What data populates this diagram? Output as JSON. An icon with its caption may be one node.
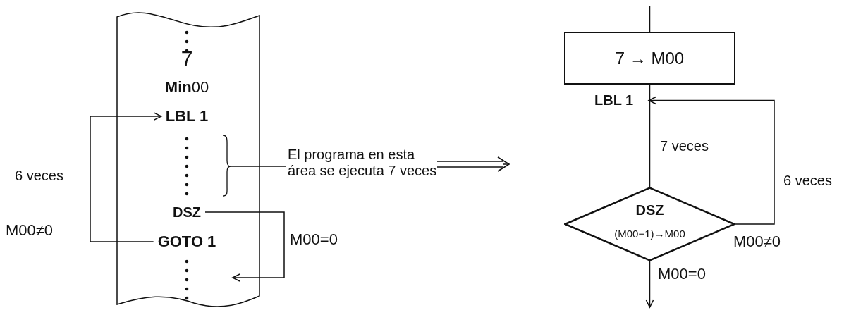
{
  "diagram": {
    "nodes": [
      {
        "text": [],
        "shape": "box"
      },
      {
        "text": [
          "7"
        ],
        "in": 0
      },
      {
        "text": [
          "**Min**00"
        ],
        "in": 0
      },
      {
        "text": [
          "LBL 1"
        ],
        "in": 0
      },
      {
        "text": [
          "DSZ"
        ],
        "in": 0
      },
      {
        "text": [
          "GOTO 1"
        ],
        "in": 0
      },
      {
        "text": [
          "El programa en esta área se ejecuta 7 veces"
        ]
      },
      {
        "text": [
          "7 → M00"
        ]
      },
      {
        "text": [
          "DSZ",
          "(M00−1)→M00"
        ]
      },
      {
        "text": [
          "LBL 1"
        ]
      }
    ],
    "edges": [
      {
        "from": 5,
        "to": 3,
        "arrow": "to",
        "label": "6 veces"
      },
      {
        "from": 4,
        "to": null,
        "arrow": "to",
        "label": "M00=0"
      },
      {
        "from": 6,
        "to": null,
        "arrow": "none"
      },
      {
        "from": 6,
        "to": null,
        "arrow": "to"
      },
      {
        "from": null,
        "to": 7,
        "arrow": "none"
      },
      {
        "from": 7,
        "to": 8,
        "arrow": "none",
        "label": "7 veces"
      },
      {
        "from": 8,
        "to": 9,
        "arrow": "to",
        "label": "6 veces"
      },
      {
        "from": 8,
        "to": null,
        "arrow": "to",
        "label": "M00=0"
      }
    ],
    "labels": [
      "M00≠0",
      "M00≠0"
    ]
  }
}
